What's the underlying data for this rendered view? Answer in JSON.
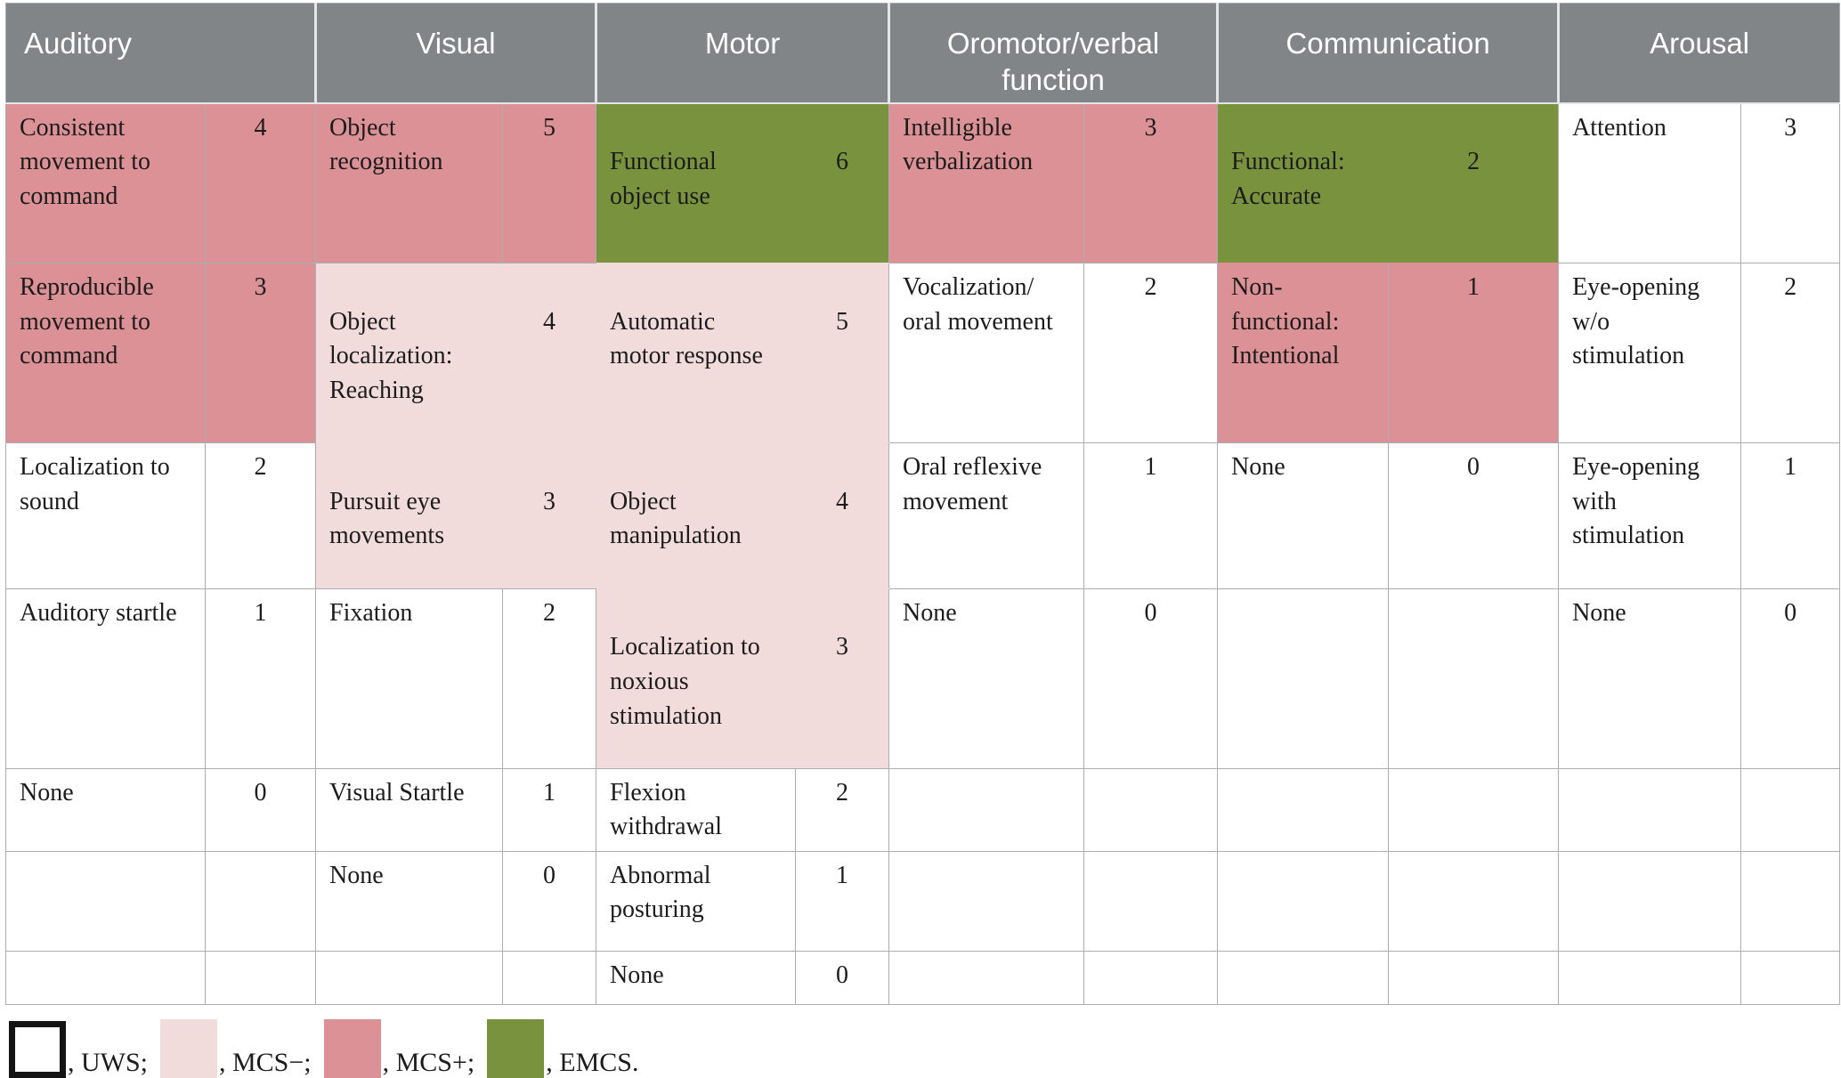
{
  "header": {
    "columns": [
      {
        "label": "Auditory"
      },
      {
        "label": "Visual"
      },
      {
        "label": "Motor"
      },
      {
        "label": "Oromotor/verbal\nfunction"
      },
      {
        "label": "Communication"
      },
      {
        "label": "Arousal"
      }
    ]
  },
  "columns": {
    "auditory": {
      "items": [
        {
          "label": "Consistent\nmovement to\ncommand",
          "score": "4",
          "state": "MCS+"
        },
        {
          "label": "Reproducible\nmovement to\ncommand",
          "score": "3",
          "state": "MCS+"
        },
        {
          "label": "Localization to\nsound",
          "score": "2",
          "state": "UWS"
        },
        {
          "label": "Auditory startle",
          "score": "1",
          "state": "UWS"
        },
        {
          "label": "None",
          "score": "0",
          "state": "UWS"
        }
      ]
    },
    "visual": {
      "items": [
        {
          "label": "Object\nrecognition",
          "score": "5",
          "state": "MCS+"
        },
        {
          "label": "Object\nlocalization:\nReaching",
          "score": "4",
          "state": "MCS−"
        },
        {
          "label": "Pursuit eye\nmovements",
          "score": "3",
          "state": "MCS−"
        },
        {
          "label": "Fixation",
          "score": "2",
          "state": "UWS"
        },
        {
          "label": "Visual Startle",
          "score": "1",
          "state": "UWS"
        },
        {
          "label": "None",
          "score": "0",
          "state": "UWS"
        }
      ]
    },
    "motor": {
      "items": [
        {
          "label": "Functional\nobject use",
          "score": "6",
          "state": "EMCS"
        },
        {
          "label": "Automatic\nmotor response",
          "score": "5",
          "state": "MCS−"
        },
        {
          "label": "Object\nmanipulation",
          "score": "4",
          "state": "MCS−"
        },
        {
          "label": "Localization to\nnoxious\nstimulation",
          "score": "3",
          "state": "MCS−"
        },
        {
          "label": "Flexion\nwithdrawal",
          "score": "2",
          "state": "UWS"
        },
        {
          "label": "Abnormal\nposturing",
          "score": "1",
          "state": "UWS"
        },
        {
          "label": "None",
          "score": "0",
          "state": "UWS"
        }
      ]
    },
    "oromotor": {
      "items": [
        {
          "label": "Intelligible\nverbalization",
          "score": "3",
          "state": "MCS+"
        },
        {
          "label": "Vocalization/\noral movement",
          "score": "2",
          "state": "UWS"
        },
        {
          "label": "Oral reflexive\nmovement",
          "score": "1",
          "state": "UWS"
        },
        {
          "label": "None",
          "score": "0",
          "state": "UWS"
        }
      ]
    },
    "communication": {
      "items": [
        {
          "label": "Functional:\nAccurate",
          "score": "2",
          "state": "EMCS"
        },
        {
          "label": "Non-\nfunctional:\nIntentional",
          "score": "1",
          "state": "MCS+"
        },
        {
          "label": "None",
          "score": "0",
          "state": "UWS"
        }
      ]
    },
    "arousal": {
      "items": [
        {
          "label": "Attention",
          "score": "3",
          "state": "UWS"
        },
        {
          "label": "Eye-opening\nw/o\nstimulation",
          "score": "2",
          "state": "UWS"
        },
        {
          "label": "Eye-opening\nwith\nstimulation",
          "score": "1",
          "state": "UWS"
        },
        {
          "label": "None",
          "score": "0",
          "state": "UWS"
        }
      ]
    }
  },
  "legend": {
    "items": [
      {
        "text": ", UWS;",
        "state": "UWS",
        "color": "#ffffff"
      },
      {
        "text": ", MCS−;",
        "state": "MCS−",
        "color": "#f2dbdb"
      },
      {
        "text": ", MCS+;",
        "state": "MCS+",
        "color": "#dc9197"
      },
      {
        "text": ", EMCS.",
        "state": "EMCS",
        "color": "#78923e"
      }
    ]
  },
  "colors": {
    "header_bg": "#828587",
    "header_text": "#ffffff",
    "uws": "#ffffff",
    "mcs_minus": "#f2dbdb",
    "mcs_plus": "#dc9197",
    "emcs": "#78923e",
    "grid_line": "#abaeb1",
    "body_text": "#1c1c1c"
  }
}
